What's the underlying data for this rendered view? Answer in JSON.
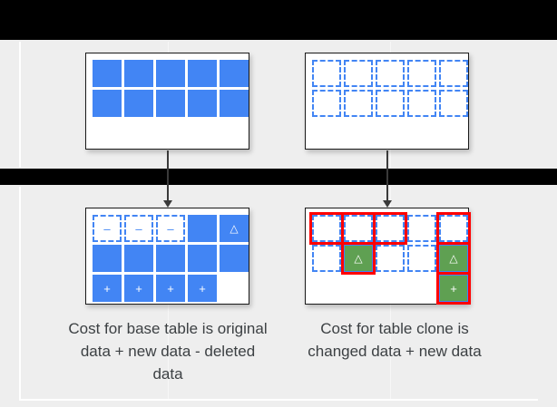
{
  "theme": {
    "background": "#eeeeee",
    "band_color": "#000000",
    "card_background": "#ffffff",
    "card_border": "#1a1a1a",
    "data_blue": "#4285f4",
    "changed_green": "#5fa052",
    "highlight_red": "#ff0000",
    "text_color": "#3c4043",
    "arrow_color": "#3a3a3a"
  },
  "diagram": {
    "title": "",
    "tables": {
      "base_top": {
        "name": "base-table-original",
        "columns": 5,
        "rows": 2,
        "cells": [
          [
            {
              "state": "solid",
              "glyph": ""
            },
            {
              "state": "solid",
              "glyph": ""
            },
            {
              "state": "solid",
              "glyph": ""
            },
            {
              "state": "solid",
              "glyph": ""
            },
            {
              "state": "solid",
              "glyph": ""
            }
          ],
          [
            {
              "state": "solid",
              "glyph": ""
            },
            {
              "state": "solid",
              "glyph": ""
            },
            {
              "state": "solid",
              "glyph": ""
            },
            {
              "state": "solid",
              "glyph": ""
            },
            {
              "state": "solid",
              "glyph": ""
            }
          ]
        ]
      },
      "clone_top": {
        "name": "table-clone-original",
        "columns": 5,
        "rows": 2,
        "cells": [
          [
            {
              "state": "dashed",
              "glyph": ""
            },
            {
              "state": "dashed",
              "glyph": ""
            },
            {
              "state": "dashed",
              "glyph": ""
            },
            {
              "state": "dashed",
              "glyph": ""
            },
            {
              "state": "dashed",
              "glyph": ""
            }
          ],
          [
            {
              "state": "dashed",
              "glyph": ""
            },
            {
              "state": "dashed",
              "glyph": ""
            },
            {
              "state": "dashed",
              "glyph": ""
            },
            {
              "state": "dashed",
              "glyph": ""
            },
            {
              "state": "dashed",
              "glyph": ""
            }
          ]
        ]
      },
      "base_bottom": {
        "name": "base-table-after-changes",
        "columns": 5,
        "rows": 3,
        "cells": [
          [
            {
              "state": "dashed",
              "glyph": "–",
              "changed": false
            },
            {
              "state": "dashed",
              "glyph": "–",
              "changed": false
            },
            {
              "state": "dashed",
              "glyph": "–",
              "changed": false
            },
            {
              "state": "solid",
              "glyph": "",
              "changed": false
            },
            {
              "state": "solid",
              "glyph": "△",
              "changed": false
            }
          ],
          [
            {
              "state": "solid",
              "glyph": "",
              "changed": false
            },
            {
              "state": "solid",
              "glyph": "",
              "changed": false
            },
            {
              "state": "solid",
              "glyph": "",
              "changed": false
            },
            {
              "state": "solid",
              "glyph": "",
              "changed": false
            },
            {
              "state": "solid",
              "glyph": "",
              "changed": false
            }
          ],
          [
            {
              "state": "solid",
              "glyph": "+",
              "changed": false
            },
            {
              "state": "solid",
              "glyph": "+",
              "changed": false
            },
            {
              "state": "solid",
              "glyph": "+",
              "changed": false
            },
            {
              "state": "solid",
              "glyph": "+",
              "changed": false
            },
            {
              "state": "empty",
              "glyph": "",
              "changed": false
            }
          ]
        ]
      },
      "clone_bottom": {
        "name": "table-clone-after-changes",
        "columns": 5,
        "rows": 3,
        "cells": [
          [
            {
              "state": "dashed",
              "glyph": "",
              "changed": true
            },
            {
              "state": "dashed",
              "glyph": "",
              "changed": true
            },
            {
              "state": "dashed",
              "glyph": "",
              "changed": true
            },
            {
              "state": "dashed",
              "glyph": "",
              "changed": false
            },
            {
              "state": "dashed",
              "glyph": "",
              "changed": true
            }
          ],
          [
            {
              "state": "dashed",
              "glyph": "",
              "changed": false
            },
            {
              "state": "green",
              "glyph": "△",
              "changed": true
            },
            {
              "state": "dashed",
              "glyph": "",
              "changed": false
            },
            {
              "state": "dashed",
              "glyph": "",
              "changed": false
            },
            {
              "state": "green",
              "glyph": "△",
              "changed": true
            }
          ],
          [
            {
              "state": "empty",
              "glyph": "",
              "changed": false
            },
            {
              "state": "empty",
              "glyph": "",
              "changed": false
            },
            {
              "state": "empty",
              "glyph": "",
              "changed": false
            },
            {
              "state": "empty",
              "glyph": "",
              "changed": false
            },
            {
              "state": "green",
              "glyph": "+",
              "changed": true
            }
          ]
        ]
      }
    },
    "arrows": [
      {
        "name": "arrow-base-table",
        "direction": "down"
      },
      {
        "name": "arrow-table-clone",
        "direction": "down"
      }
    ],
    "captions": {
      "base": "Cost for base table is original data + new data - deleted data",
      "clone": "Cost for table clone is changed data + new data"
    },
    "legend": {
      "minus_glyph": "–",
      "plus_glyph": "+",
      "delta_glyph": "△"
    }
  }
}
